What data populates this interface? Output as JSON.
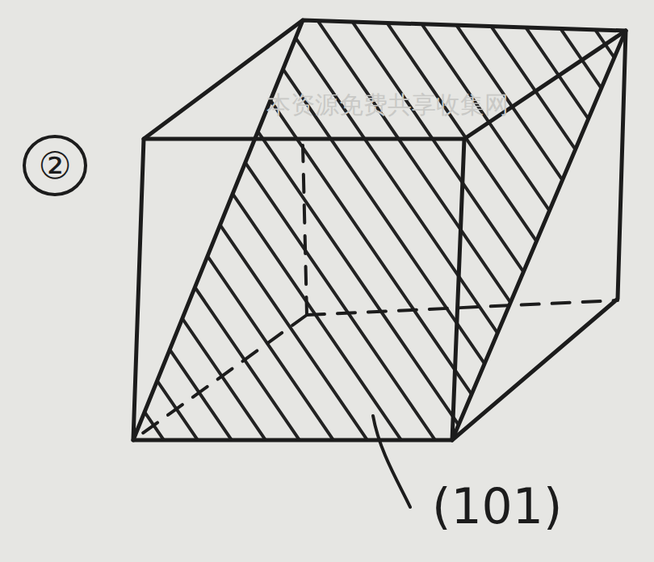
{
  "diagram": {
    "labels": [
      "本资源免费共享收集网",
      "②",
      "(101)"
    ]
  }
}
